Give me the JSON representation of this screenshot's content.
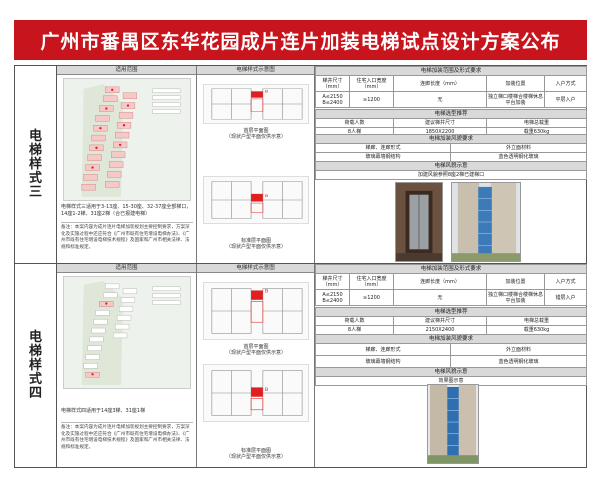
{
  "title": "广州市番禺区东华花园成片连片加装电梯试点设计方案公布",
  "colors": {
    "banner": "#c8141c",
    "header_bg": "#d9d9d9",
    "marker": "#e02020"
  },
  "sections": [
    {
      "side_label": [
        "电",
        "梯",
        "样",
        "式",
        "三"
      ],
      "col_scope": "适用范围",
      "col_plan": "电梯样式示意图",
      "col_spec": "电梯加装范围及形式要求",
      "scope_note": "电梯样式三适用于3-13座、15-30座、32-37座全部梯口，14座1-2梯、31座2梯（合已报建电梯）",
      "remark": "备注：本案内容为成片连片电梯加装规划主要控制要求，方案深化及实施过程中还应符合《广州市既有住宅增设电梯办法》、《广州市既有住宅增设电梯技术规程》及国家和广州市相关法律、法规和标准规定。",
      "plan1_caption": [
        "首层平面图",
        "（现状户型平面仅供示意）"
      ],
      "plan2_caption": [
        "标准层平面图",
        "（现状户型平面仅供示意）"
      ],
      "spec": {
        "h_shaft": "梯井尺寸（mm）",
        "h_width": "住宅入口宽度（mm）",
        "h_length": "连廊长度（mm）",
        "h_position": "加装位置",
        "h_entry": "入户方式",
        "v_shaft": [
          "A≤2150",
          "B≤2400"
        ],
        "v_width": "≥1200",
        "v_length": "无",
        "v_position": "独立梯口楼梯合楼梯休息平台加装",
        "v_entry": "平层入户",
        "model_header": "电梯选型推荐",
        "m_h_riders": "荷载人数",
        "m_h_size": "建议梯井尺寸",
        "m_h_weight": "电梯总载重",
        "m_v_riders": "8人梯",
        "m_v_size": "1850X2200",
        "m_v_weight": "载重630kg",
        "style_header": "电梯加装风貌要求",
        "st_h_form": "梯廊、连廊形式",
        "st_h_material": "外立面材料",
        "st_v_form": "玻璃幕墙钢结构",
        "st_v_material": "蓝色透明钢化玻璃",
        "demo_header": "电梯风貌示意",
        "demo_caption": "加建风貌参照8座2梯已建梯口"
      }
    },
    {
      "side_label": [
        "电",
        "梯",
        "样",
        "式",
        "四"
      ],
      "col_scope": "适用范围",
      "col_plan": "电梯样式示意图",
      "col_spec": "电梯加装范围及形式要求",
      "scope_note": "电梯样式四适用于14座3梯、31座1梯",
      "remark": "备注：本案内容为成片连片电梯加装规划主要控制要求，方案深化及实施过程中还应符合《广州市既有住宅增设电梯办法》、《广州市既有住宅增设电梯技术规程》及国家和广州市相关法律、法规和标准规定。",
      "plan1_caption": [
        "首层平面图",
        "（现状户型平面仅供示意）"
      ],
      "plan2_caption": [
        "标准层平面图",
        "（现状户型平面仅供示意）"
      ],
      "spec": {
        "h_shaft": "梯井尺寸（mm）",
        "h_width": "住宅入口宽度（mm）",
        "h_length": "连廊长度（mm）",
        "h_position": "加装位置",
        "h_entry": "入户方式",
        "v_shaft": [
          "A≤2150",
          "B≤2400"
        ],
        "v_width": "≥1200",
        "v_length": "无",
        "v_position": "独立梯口楼梯合楼梯休息平台加装",
        "v_entry": "错层入户",
        "model_header": "电梯选型推荐",
        "m_h_riders": "荷载人数",
        "m_h_size": "建议梯井尺寸",
        "m_h_weight": "电梯总载重",
        "m_v_riders": "8人梯",
        "m_v_size": "2150X2400",
        "m_v_weight": "载重630kg",
        "style_header": "电梯加装风貌要求",
        "st_h_form": "梯廊、连廊形式",
        "st_h_material": "外立面材料",
        "st_v_form": "玻璃幕墙钢结构",
        "st_v_material": "蓝色透明钢化玻璃",
        "demo_header": "电梯风貌示意",
        "demo_caption": "效果图示意"
      }
    }
  ]
}
